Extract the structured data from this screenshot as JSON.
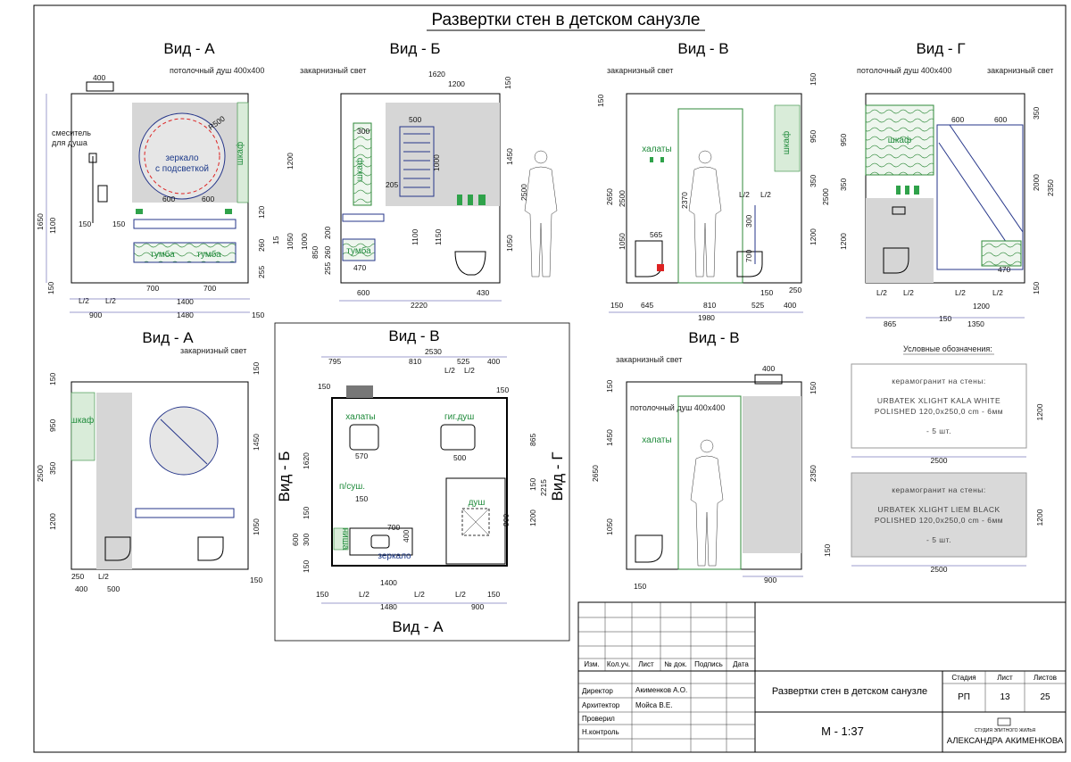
{
  "sheet_title": "Развертки стен в детском санузле",
  "views": {
    "a": "Вид - А",
    "b": "Вид - Б",
    "v": "Вид - В",
    "g": "Вид - Г",
    "a2": "Вид - А",
    "v2": "Вид - В",
    "plan_top": "Вид - В",
    "plan_left": "Вид - Б",
    "plan_right": "Вид - Г",
    "plan_bottom": "Вид - А"
  },
  "notes": {
    "ceiling_shower": "потолочный душ 400х400",
    "cornice_light": "закарнизный свет",
    "mixer_line1": "смеситель",
    "mixer_line2": "для душа",
    "mirror_line1": "зеркало",
    "mirror_line2": "с подсветкой",
    "cabinet": "шкаф",
    "vanity": "тумба",
    "robes": "халаты",
    "hyg_shower": "гиг.душ",
    "shower": "душ",
    "niche": "ниша",
    "mirror": "зеркало",
    "towel_dryer": "п/суш.",
    "r500": "R500"
  },
  "dims": {
    "d400": "400",
    "d1620": "1620",
    "d1200": "1200",
    "d150": "150",
    "d500": "500",
    "d600": "600",
    "d700": "700",
    "d1400": "1400",
    "d900": "900",
    "d1480": "1480",
    "d2220": "2220",
    "d430": "430",
    "d645": "645",
    "d810": "810",
    "d525": "525",
    "d1980": "1980",
    "d565": "565",
    "d2370": "2370",
    "d865": "865",
    "d1350": "1350",
    "d250": "250",
    "d2650": "2650",
    "d2500": "2500",
    "d1650": "1650",
    "d1100": "1100",
    "d1050": "1050",
    "d1450": "1450",
    "d950": "950",
    "d350": "350",
    "d2350": "2350",
    "d2000": "2000",
    "d470": "470",
    "d795": "795",
    "d2530": "2530",
    "d570": "570",
    "d300": "300",
    "d205": "205",
    "d1000": "1000",
    "d1150": "1150",
    "d850": "850",
    "d200": "200",
    "d255": "255",
    "d260": "260",
    "d120": "120",
    "d15": "15",
    "d2215": "2215",
    "d1200b": "1200",
    "half": "L/2"
  },
  "legend": {
    "title": "Условные обозначения:",
    "tile1_header": "керамогранит на стены:",
    "tile1_line1": "URBATEK XLIGHT KALA WHITE",
    "tile1_line2": "POLISHED 120,0x250,0 cm - 6мм",
    "tile1_count": "- 5 шт.",
    "tile1_w": "2500",
    "tile1_h": "1200",
    "tile2_header": "керамогранит на стены:",
    "tile2_line1": "URBATEK XLIGHT LIEM BLACK",
    "tile2_line2": "POLISHED 120,0x250,0 cm - 6мм",
    "tile2_count": "- 5 шт.",
    "tile2_w": "2500",
    "tile2_h": "1200"
  },
  "title_block": {
    "col_izm": "Изм.",
    "col_kolu": "Кол.уч.",
    "col_list": "Лист",
    "col_ndok": "№ док.",
    "col_podpis": "Подпись",
    "col_data": "Дата",
    "role_director": "Директор",
    "name_director": "Акименков А.О.",
    "role_architect": "Архитектор",
    "name_architect": "Мойса В.Е.",
    "role_check": "Проверил",
    "role_ncontrol": "Н.контроль",
    "sheet_name": "Развертки стен в детском санузле",
    "stage_label": "Стадия",
    "sheet_label": "Лист",
    "sheets_label": "Листов",
    "stage": "РП",
    "sheet": "13",
    "sheets": "25",
    "scale": "М - 1:37",
    "studio_small": "СТУДИЯ ЭЛИТНОГО ЖИЛЬЯ",
    "studio_name": "АЛЕКСАНДРА АКИМЕНКОВА"
  }
}
